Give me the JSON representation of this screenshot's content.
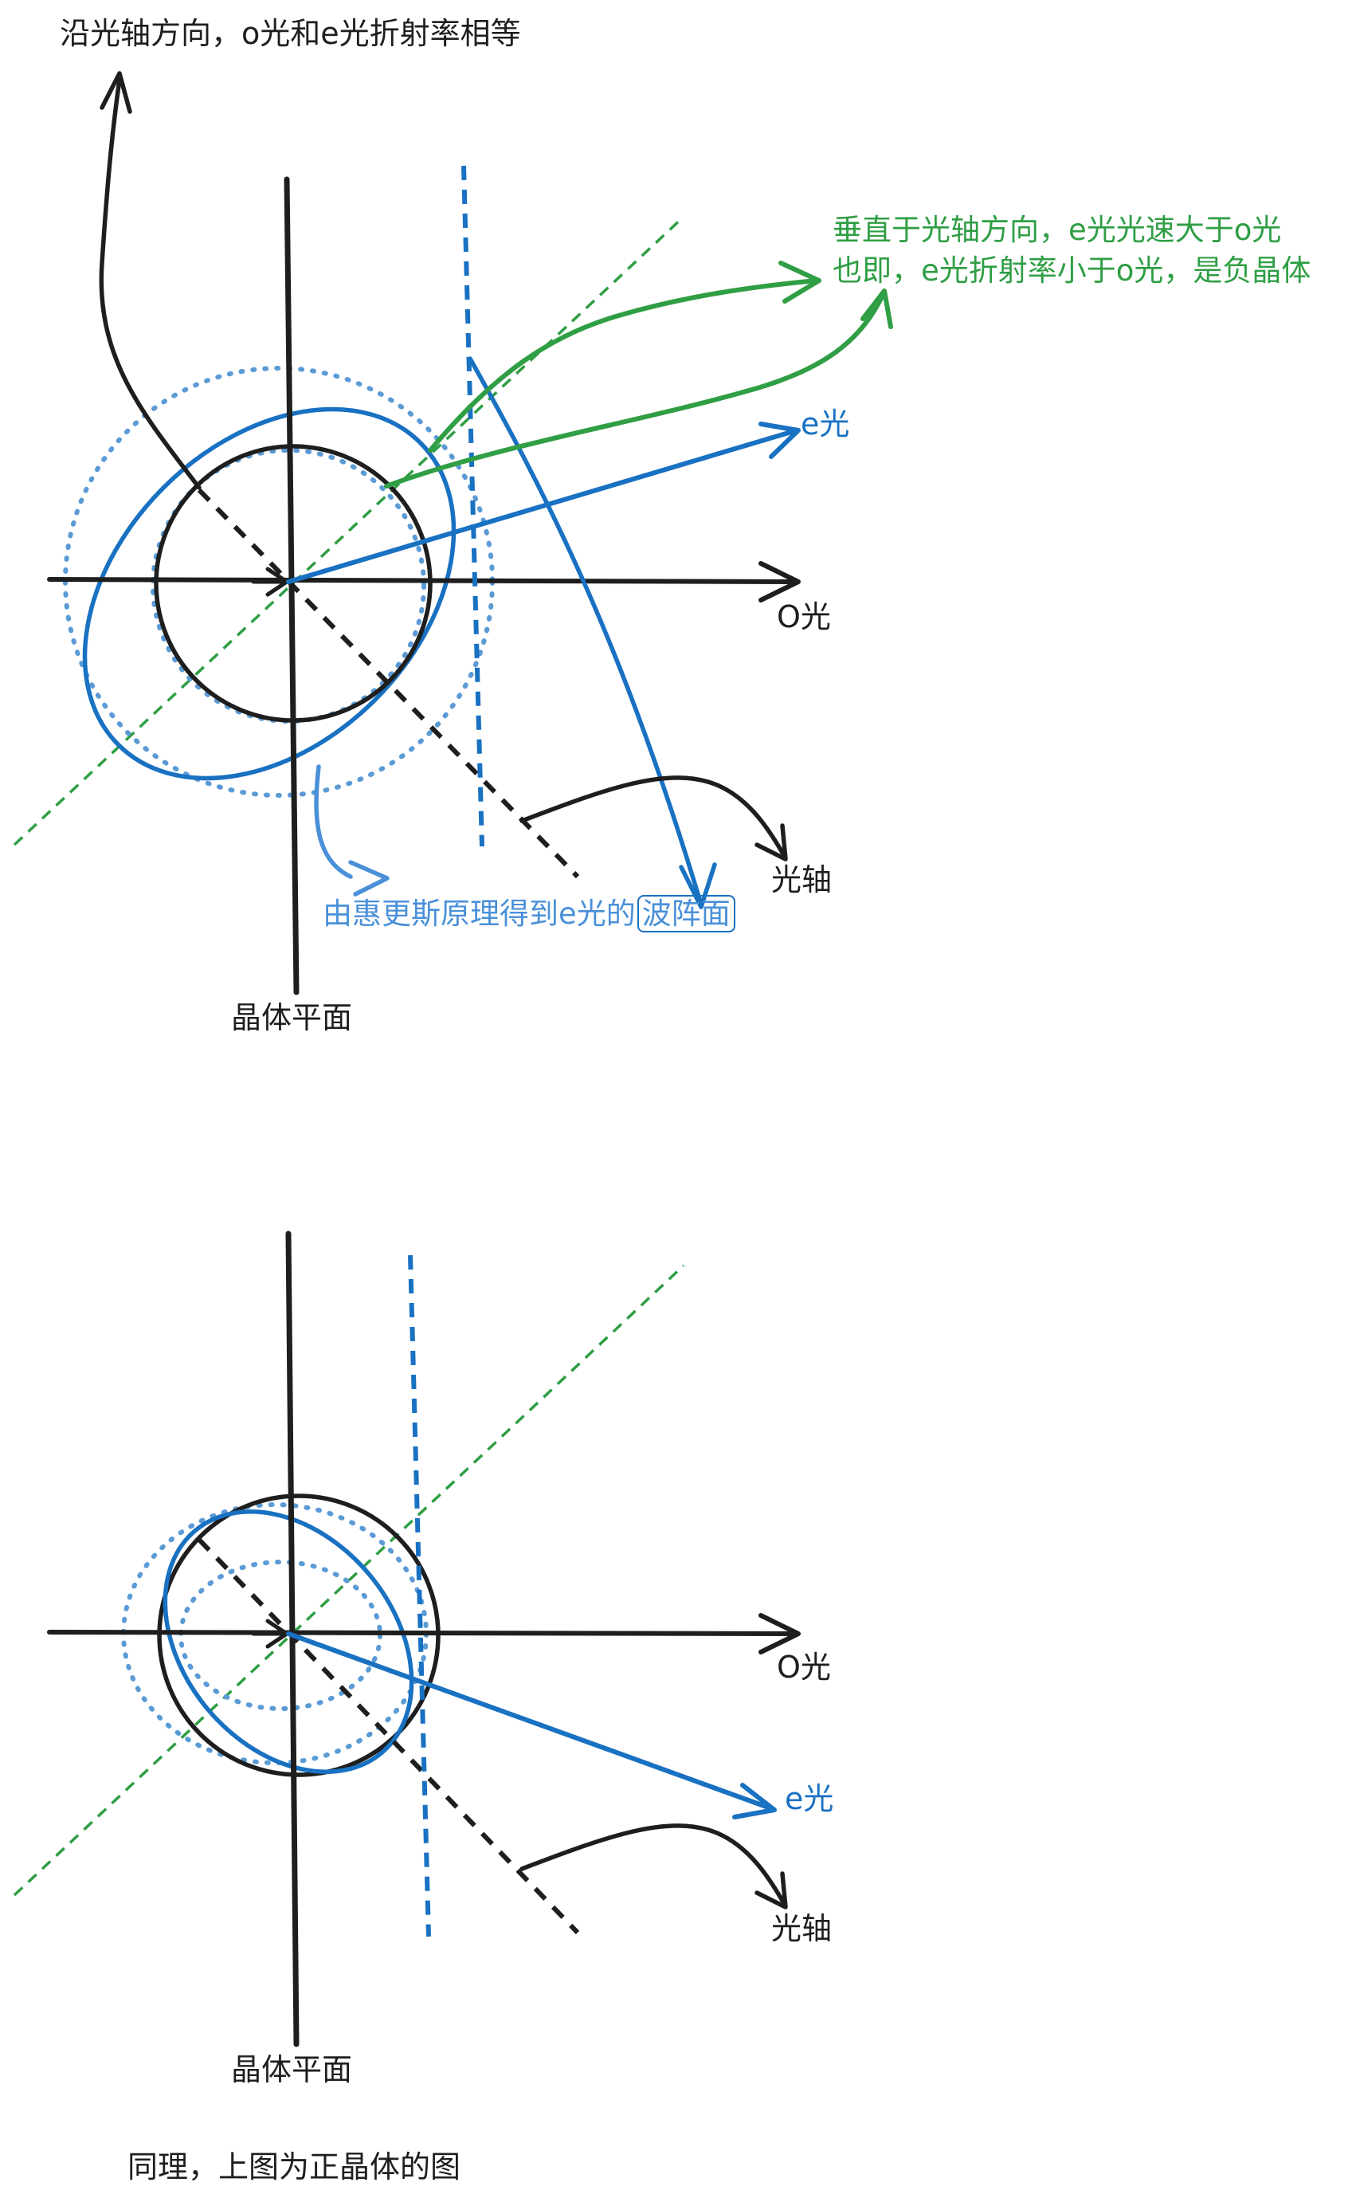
{
  "top_diagram": {
    "optic_axis_note": "沿光轴方向，o光和e光折射率相等",
    "negative_note_line1": "垂直于光轴方向，e光光速大于o光",
    "negative_note_line2": "也即，e光折射率小于o光，是负晶体",
    "e_ray_label": "e光",
    "o_ray_label": "O光",
    "optic_axis_label": "光轴",
    "huygens_note_prefix": "由惠更斯原理得到e光的",
    "huygens_note_boxed": "波阵面",
    "crystal_plane_label": "晶体平面"
  },
  "bottom_diagram": {
    "o_ray_label": "O光",
    "e_ray_label": "e光",
    "optic_axis_label": "光轴",
    "crystal_plane_label": "晶体平面"
  },
  "footer_note": "同理，上图为正晶体的图",
  "colors": {
    "black": "#1e1e1e",
    "green": "#2f9e44",
    "blue": "#1971c2",
    "light_blue": "#4a90d9",
    "dotted_blue": "#5b9bd5"
  }
}
